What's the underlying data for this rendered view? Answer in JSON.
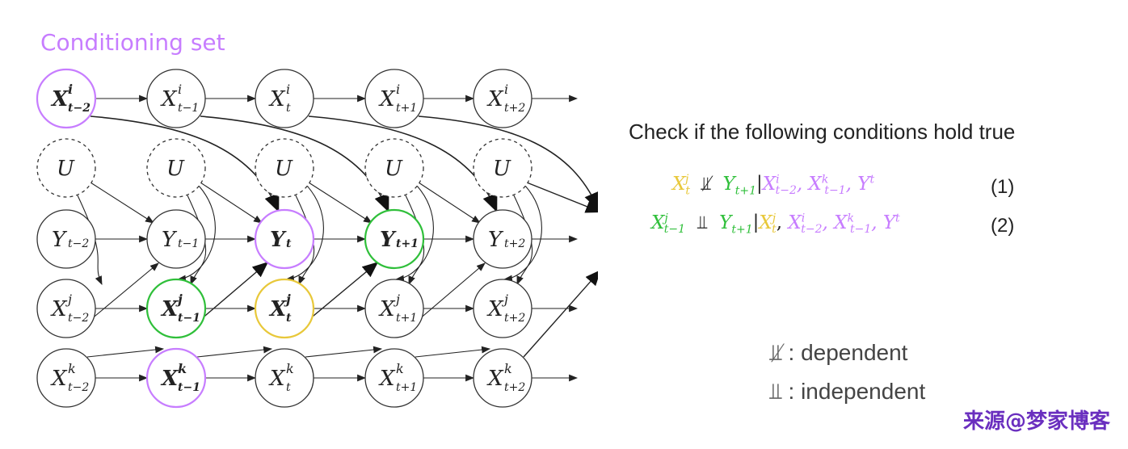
{
  "title": "Conditioning set",
  "heading": "Check if the following conditions hold true",
  "colors": {
    "conditioning": "#c77dff",
    "target": "#2fbf3a",
    "source": "#e8c83a",
    "plain": "#333333"
  },
  "columns": [
    "t-2",
    "t-1",
    "t",
    "t+1",
    "t+2"
  ],
  "rows": [
    {
      "var": "X",
      "sup": "i",
      "labels": [
        "t−2",
        "t−1",
        "t",
        "t+1",
        "t+2"
      ],
      "highlight": [
        "conditioning",
        "",
        "",
        "",
        ""
      ]
    },
    {
      "var": "U",
      "sup": "",
      "labels": [
        "",
        "",
        "",
        "",
        ""
      ],
      "highlight": [
        "",
        "",
        "",
        "",
        ""
      ]
    },
    {
      "var": "Y",
      "sup": "",
      "labels": [
        "t−2",
        "t−1",
        "t",
        "t+1",
        "t+2"
      ],
      "highlight": [
        "",
        "",
        "conditioning",
        "target",
        ""
      ]
    },
    {
      "var": "X",
      "sup": "j",
      "labels": [
        "t−2",
        "t−1",
        "t",
        "t+1",
        "t+2"
      ],
      "highlight": [
        "",
        "target",
        "source",
        "",
        ""
      ]
    },
    {
      "var": "X",
      "sup": "k",
      "labels": [
        "t−2",
        "t−1",
        "t",
        "t+1",
        "t+2"
      ],
      "highlight": [
        "",
        "conditioning",
        "",
        "",
        ""
      ]
    }
  ],
  "equations": [
    {
      "number": "(1)",
      "relation": "dependent"
    },
    {
      "number": "(2)",
      "relation": "independent"
    }
  ],
  "legend": {
    "dependent_symbol": "⫫̸",
    "dependent_label": ": dependent",
    "independent_symbol": "⫫",
    "independent_label": ": independent"
  },
  "watermark": "来源@梦家博客"
}
